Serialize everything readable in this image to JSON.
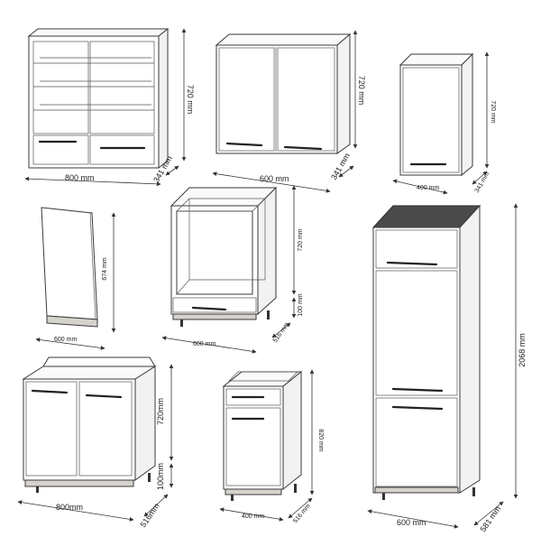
{
  "colors": {
    "line": "#3a3a3a",
    "front": "#ffffff",
    "side": "#f2f2f2",
    "plinth": "#d6d2cc",
    "background": "#ffffff"
  },
  "dimensions": {
    "glass_wall_unit": {
      "width": "800 mm",
      "height": "720 mm",
      "depth": "341 mm"
    },
    "wall_unit_800": {
      "width": "600 mm",
      "height": "720 mm",
      "depth": "341 mm"
    },
    "wall_unit_400": {
      "width": "400 mm",
      "height": "720 mm",
      "depth": "341 mm"
    },
    "side_panel": {
      "width": "600 mm",
      "height": "674 mm"
    },
    "oven_unit": {
      "width": "600 mm",
      "height": "720 mm",
      "plinth": "100 mm",
      "depth": "516 mm"
    },
    "tall_unit": {
      "height": "2068 mm",
      "width": "600 mm",
      "depth": "581 mm"
    },
    "sink_unit": {
      "width": "800mm",
      "height": "720mm",
      "plinth": "100mm",
      "depth": "516mm"
    },
    "drawer_unit": {
      "width": "400 mm",
      "height": "820 mm",
      "depth": "516 mm"
    }
  }
}
